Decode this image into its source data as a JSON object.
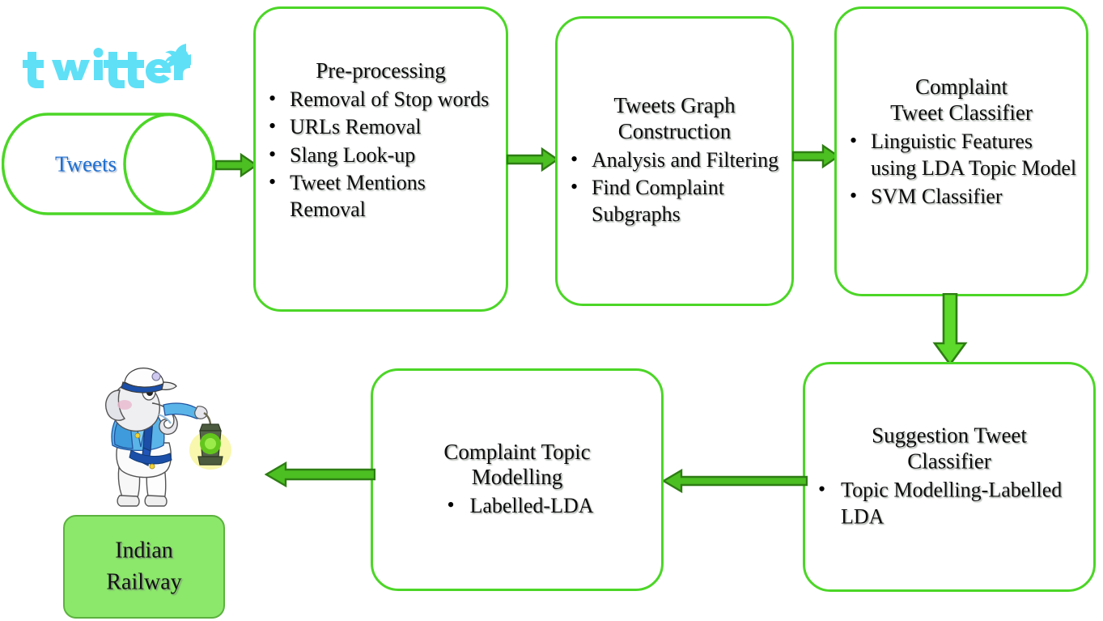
{
  "diagram": {
    "title": "Twitter-based Indian Railway complaint and suggestion analysis pipeline",
    "colors": {
      "box_border": "#4CD627",
      "arrow_fill": "#4CBF22",
      "arrow_fill_bright": "#5CD92A",
      "arrow_outline": "#2E7D14",
      "railway_box_fill": "#8BE86A",
      "railway_box_border": "#5CB23F",
      "twitter_cyan": "#5FE0F7",
      "tweets_text": "#1F6FD0",
      "text": "#0D0D0D"
    }
  },
  "source": {
    "logo_name": "twitter-logo",
    "logo_wordmark": "twitter",
    "datastore_label": "Tweets"
  },
  "steps": [
    {
      "id": "pre-processing",
      "title": "Pre-processing",
      "bullets": [
        "Removal of Stop words",
        "URLs Removal",
        "Slang Look-up",
        "Tweet Mentions Removal"
      ]
    },
    {
      "id": "tweets-graph-construction",
      "title": "Tweets Graph\nConstruction",
      "bullets": [
        "Analysis and Filtering",
        "Find Complaint Subgraphs"
      ]
    },
    {
      "id": "complaint-tweet-classifier",
      "title": "Complaint\nTweet Classifier",
      "bullets": [
        "Linguistic Features using LDA Topic Model",
        "SVM Classifier"
      ]
    },
    {
      "id": "suggestion-tweet-classifier",
      "title": "Suggestion Tweet\nClassifier",
      "bullets": [
        "Topic Modelling-Labelled LDA"
      ]
    },
    {
      "id": "complaint-topic-modelling",
      "title": "Complaint Topic\nModelling",
      "bullets": [
        "Labelled-LDA"
      ]
    }
  ],
  "output": {
    "label": "Indian\nRailway",
    "mascot_name": "indian-railways-elephant-mascot"
  },
  "arrows": [
    {
      "id": "arrow-tweets-to-preprocessing",
      "direction": "right"
    },
    {
      "id": "arrow-preprocessing-to-graph",
      "direction": "right"
    },
    {
      "id": "arrow-graph-to-complaint-classifier",
      "direction": "right"
    },
    {
      "id": "arrow-complaint-classifier-to-suggestion",
      "direction": "down"
    },
    {
      "id": "arrow-suggestion-to-topic-modelling",
      "direction": "left"
    },
    {
      "id": "arrow-topic-modelling-to-railway",
      "direction": "left"
    }
  ]
}
